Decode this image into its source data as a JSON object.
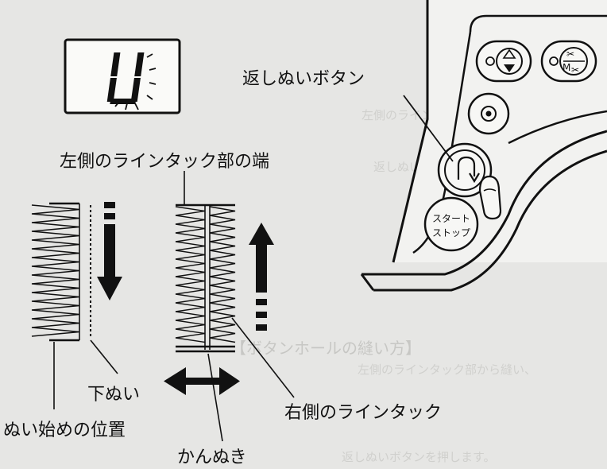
{
  "labels": {
    "backstitch_button": "返しぬいボタン",
    "left_tuck_edge": "左側のラインタック部の端",
    "under_stitch": "下ぬい",
    "right_line_tuck": "右側のラインタック",
    "start_position": "ぬい始めの位置",
    "bar_tack": "かんぬき"
  },
  "buttons": {
    "start_stop_line1": "スタート",
    "start_stop_line2": "ストップ",
    "cutter_label": "M"
  },
  "background_text": {
    "heading": "【ボタンホールの縫い方】",
    "line1": "左側のラインタック部から縫い、",
    "line2": "返しぬいボタンを押します。"
  },
  "icons": [
    "lcd-display-icon",
    "needle-up-down-icon",
    "thread-cutter-icon",
    "needle-position-icon",
    "reverse-stitch-icon",
    "finger-icon",
    "arrow-down-icon",
    "arrow-up-icon",
    "double-arrow-icon"
  ],
  "colors": {
    "ink": "#111111",
    "paper": "#e6e6e4",
    "panel": "#f2f2f0"
  }
}
